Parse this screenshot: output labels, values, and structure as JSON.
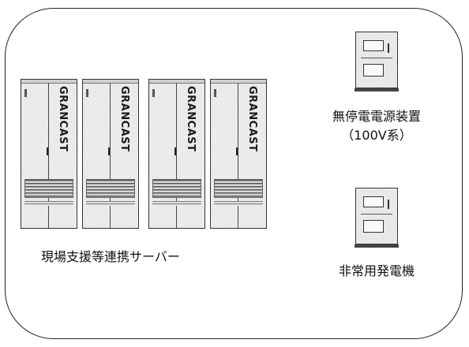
{
  "racks": [
    {
      "brand": "GRANCAST"
    },
    {
      "brand": "GRANCAST"
    },
    {
      "brand": "GRANCAST"
    },
    {
      "brand": "GRANCAST"
    }
  ],
  "labels": {
    "servers": "現場支援等連携サーバー",
    "ups_line1": "無停電電源装置",
    "ups_line2": "（100V系）",
    "generator": "非常用発電機"
  }
}
